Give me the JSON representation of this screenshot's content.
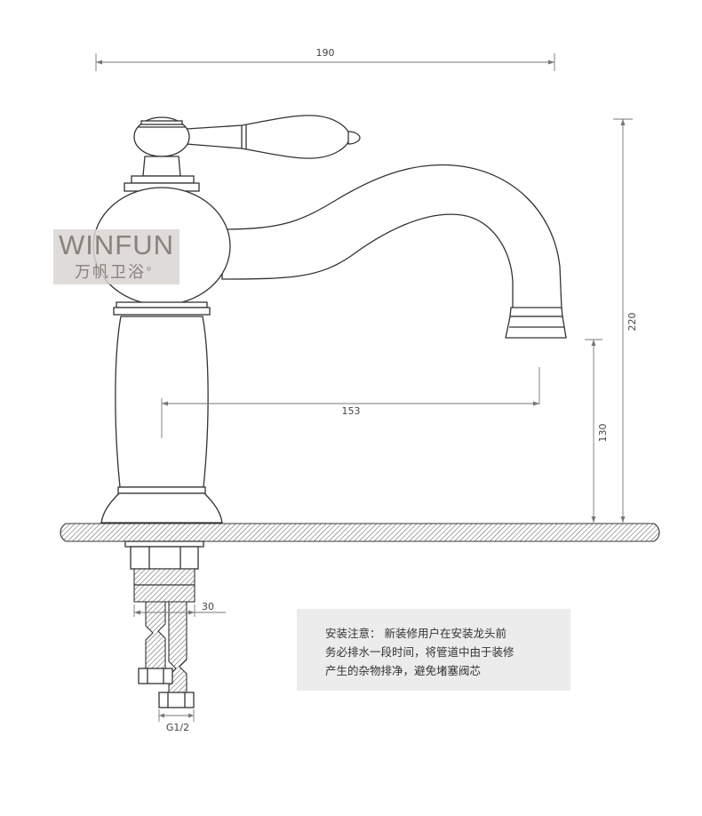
{
  "logo": {
    "brand": "WINFUN",
    "brand_cn": "万帆卫浴",
    "registered": "®"
  },
  "dimensions": {
    "overall_width": "190",
    "spout_reach": "153",
    "total_height": "220",
    "spout_height": "130",
    "pipe_diameter": "30",
    "thread": "G1/2"
  },
  "note": {
    "text": "安装注意：  新装修用户在安装龙头前\n务必排水一段时间，将管道中由于装修\n产生的杂物排净，避免堵塞阀芯"
  },
  "colors": {
    "line": "#333333",
    "dimension": "#777777",
    "note_background": "#ececec",
    "logo_text": "#8a817e"
  }
}
